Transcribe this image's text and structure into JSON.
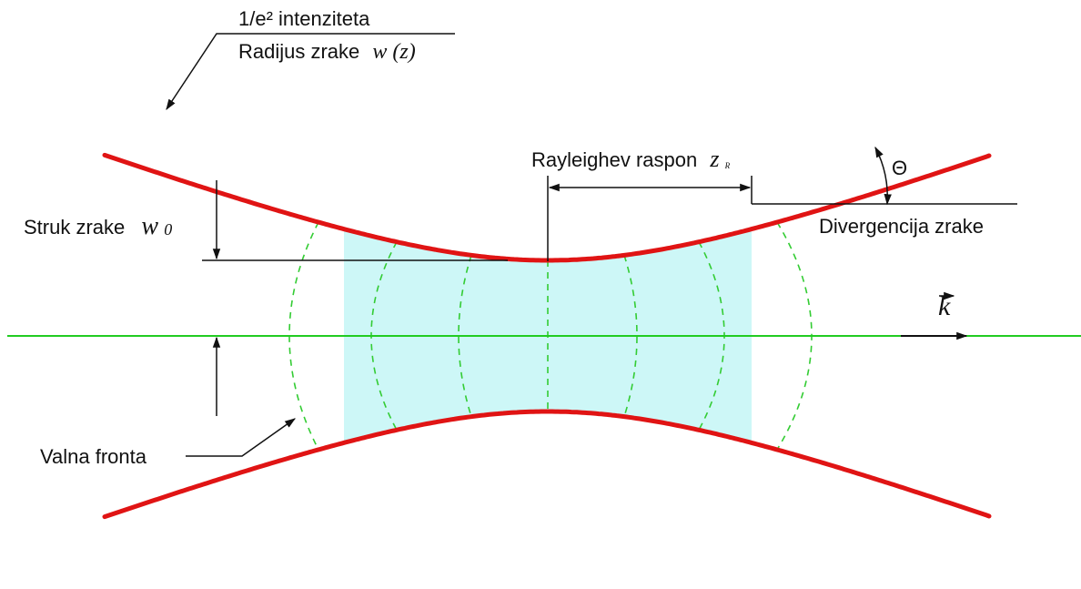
{
  "labels": {
    "intensity": "1/e² intenziteta",
    "beam_radius": "Radijus zrake",
    "beam_radius_symbol": "w (z)",
    "rayleigh_range": "Rayleighev raspon",
    "rayleigh_symbol": "z",
    "rayleigh_subscript": "R",
    "theta": "Θ",
    "divergence": "Divergencija zrake",
    "beam_waist": "Struk zrake",
    "waist_symbol": "w",
    "waist_subscript": "0",
    "wave_vector": "k",
    "wavefront": "Valna fronta"
  },
  "colors": {
    "beam": "#e01414",
    "axis": "#22cc22",
    "wavefront": "#33cc33",
    "rayleigh_region": "#cdf7f7",
    "annotation": "#111111"
  }
}
